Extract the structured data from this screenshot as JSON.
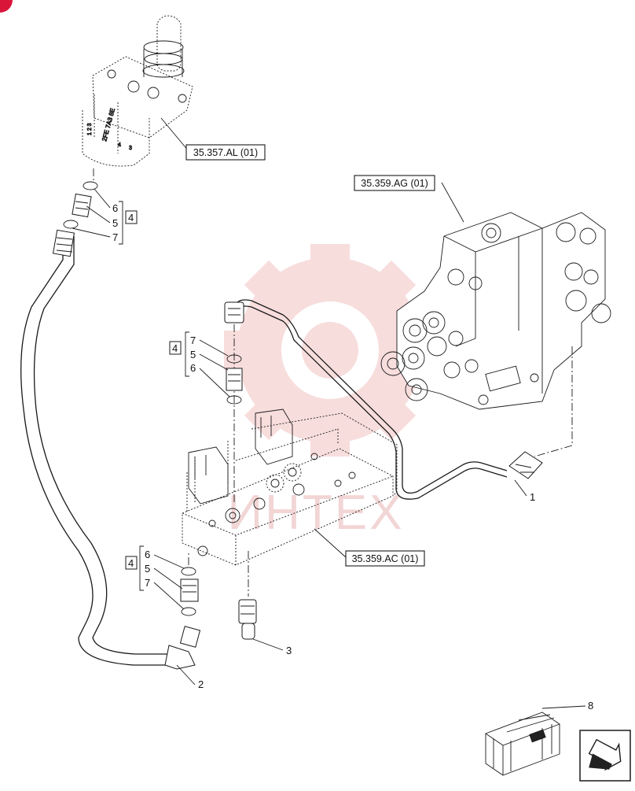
{
  "references": [
    {
      "id": "ref-35357al",
      "text": "35.357.AL (01)"
    },
    {
      "id": "ref-35359ag",
      "text": "35.359.AG (01)"
    },
    {
      "id": "ref-35359ac",
      "text": "35.359.AC (01)"
    }
  ],
  "callouts": {
    "c1": "1",
    "c2": "2",
    "c3": "3",
    "c8": "8",
    "g1": {
      "box": "4",
      "items": [
        "6",
        "5",
        "7"
      ]
    },
    "g2": {
      "box": "4",
      "items": [
        "7",
        "5",
        "6"
      ]
    },
    "g3": {
      "box": "4",
      "items": [
        "6",
        "5",
        "7"
      ]
    }
  },
  "watermark": {
    "text": "ИНТЕХ",
    "color": "#f2b6b6"
  },
  "colors": {
    "line": "#1a1a1a",
    "accent": "#d9163a"
  },
  "icons": {
    "corner": "corner-marker-icon",
    "nav": "next-page-arrow-icon",
    "kit": "kit-box-icon"
  }
}
